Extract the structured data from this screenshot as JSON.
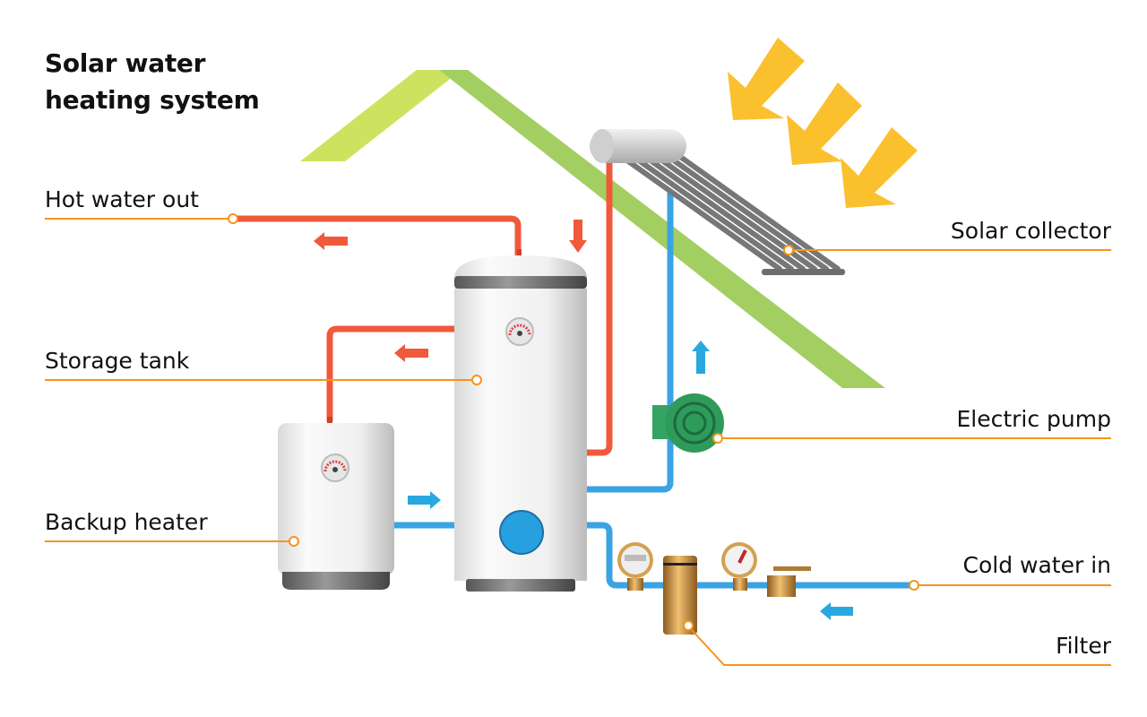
{
  "title": {
    "line1": "Solar water",
    "line2": "heating system"
  },
  "labels": {
    "hot_water_out": "Hot water out",
    "storage_tank": "Storage tank",
    "backup_heater": "Backup heater",
    "solar_collector": "Solar collector",
    "electric_pump": "Electric pump",
    "cold_water_in": "Cold water in",
    "filter": "Filter"
  },
  "colors": {
    "hot_pipe": "#f0593a",
    "cold_pipe": "#3aa3e3",
    "leader_line": "#f7941d",
    "sun_arrow": "#fbc02d",
    "roof_light": "#cde35f",
    "roof_dark": "#a3cf62",
    "pump": "#2e9b5a",
    "brass": "#c8923f"
  }
}
